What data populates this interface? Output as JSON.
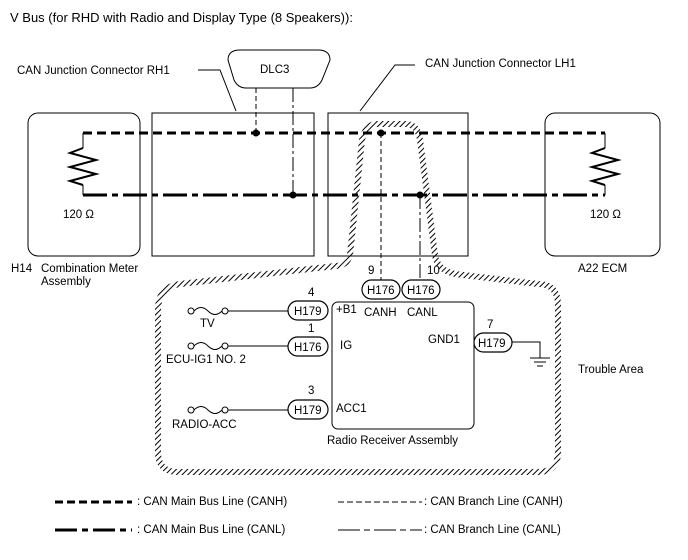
{
  "title": "V Bus (for RHD with Radio and Display Type (8 Speakers)):",
  "labels": {
    "dlc3": "DLC3",
    "jc_rh1": "CAN Junction Connector RH1",
    "jc_lh1": "CAN Junction Connector LH1",
    "res_left": "120 Ω",
    "res_right": "120 Ω",
    "meter_code": "H14",
    "meter_name_1": "Combination Meter",
    "meter_name_2": "Assembly",
    "ecm": "A22  ECM",
    "pin_9": "9",
    "pin_10": "10",
    "pin_4": "4",
    "pin_1": "1",
    "pin_3": "3",
    "pin_7": "7",
    "conn_h176_canh": "H176",
    "conn_h176_canl": "H176",
    "conn_h179_b1": "H179",
    "conn_h176_ig": "H176",
    "conn_h179_acc1": "H179",
    "conn_h179_gnd1": "H179",
    "term_b1": "+B1",
    "term_canh": "CANH",
    "term_canl": "CANL",
    "term_ig": "IG",
    "term_acc1": "ACC1",
    "term_gnd1": "GND1",
    "fuse_tv": "TV",
    "fuse_ig": "ECU-IG1 NO. 2",
    "fuse_acc": "RADIO-ACC",
    "radio": "Radio Receiver Assembly",
    "trouble": "Trouble Area"
  },
  "legend": {
    "main_canh": ": CAN Main Bus Line (CANH)",
    "main_canl": ": CAN Main Bus Line (CANL)",
    "branch_canh": ": CAN Branch Line (CANH)",
    "branch_canl": ": CAN Branch Line (CANL)"
  }
}
